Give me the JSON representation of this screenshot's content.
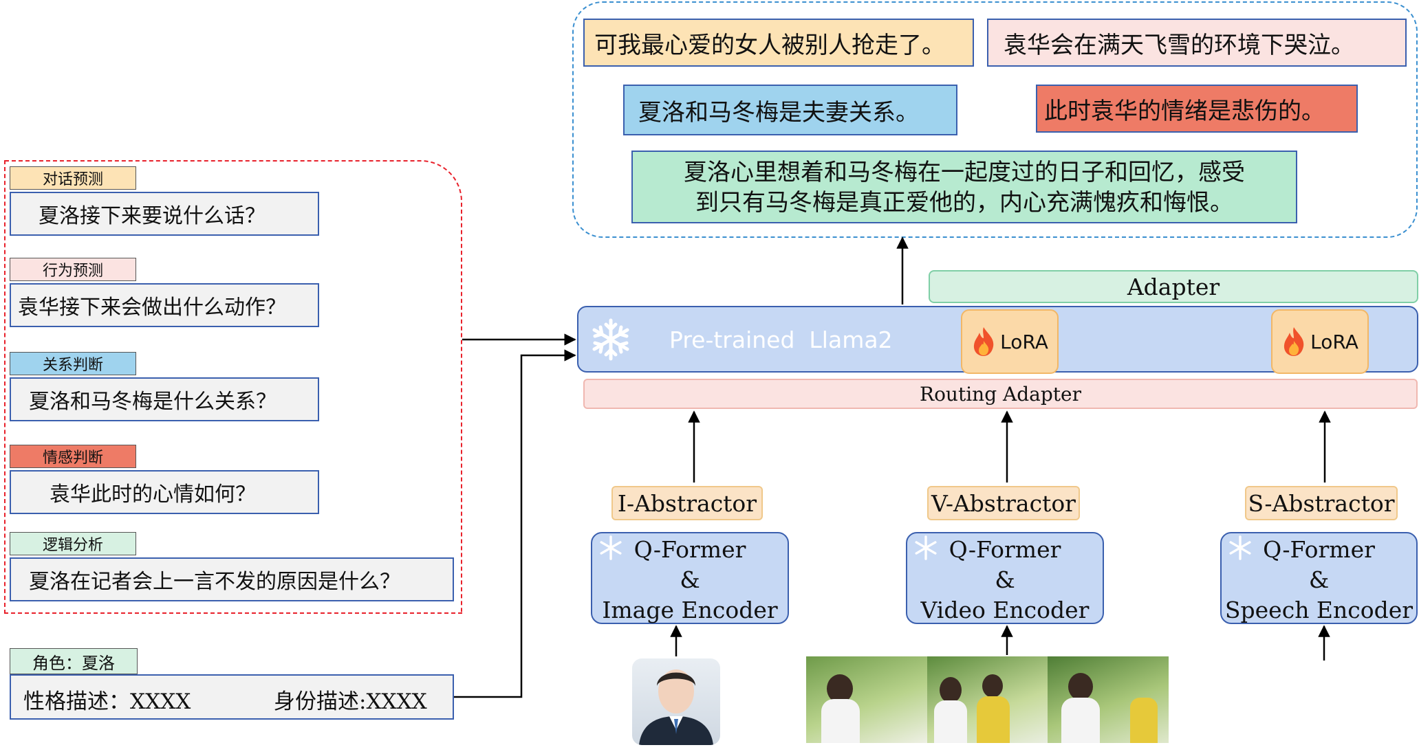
{
  "tasks": [
    {
      "label": "对话预测",
      "question": "夏洛接下来要说什么话？",
      "color": "#fde3b5"
    },
    {
      "label": "行为预测",
      "question": "袁华接下来会做出什么动作？",
      "color": "#fbe3e1"
    },
    {
      "label": "关系判断",
      "question": "夏洛和马冬梅是什么关系？",
      "color": "#9fd3ee"
    },
    {
      "label": "情感判断",
      "question": "袁华此时的心情如何？",
      "color": "#ee7b66"
    },
    {
      "label": "逻辑分析",
      "question": "夏洛在记者会上一言不发的原因是什么？",
      "color": "#d7f1e2"
    }
  ],
  "role": {
    "label": "角色：夏洛",
    "personality": "性格描述：XXXX",
    "identity": "身份描述:XXXX"
  },
  "outputs": [
    {
      "text": "可我最心爱的女人被别人抢走了。",
      "color": "#fde3b5"
    },
    {
      "text": "袁华会在满天飞雪的环境下哭泣。",
      "color": "#fbe3e1"
    },
    {
      "text": "夏洛和马冬梅是夫妻关系。",
      "color": "#9fd3ee"
    },
    {
      "text": "此时袁华的情绪是悲伤的。",
      "color": "#ee7b66"
    },
    {
      "line1": "夏洛心里想着和马冬梅在一起度过的日子和回忆，感受",
      "line2": "到只有马冬梅是真正爱他的，内心充满愧疚和悔恨。",
      "color": "#b7ead0"
    }
  ],
  "llm": {
    "label": "Pre-trained  Llama2",
    "icon": "snowflake-icon"
  },
  "lora": {
    "label": "LoRA",
    "icon": "fire-icon"
  },
  "adapter": "Adapter",
  "routing_adapter": "Routing Adapter",
  "branches": [
    {
      "abstractor": "I-Abstractor",
      "line1": "Q-Former",
      "line2": "&",
      "line3": "Image Encoder",
      "input_icon": "portrait-image"
    },
    {
      "abstractor": "V-Abstractor",
      "line1": "Q-Former",
      "line2": "&",
      "line3": "Video Encoder",
      "input_icon": "video-frames"
    },
    {
      "abstractor": "S-Abstractor",
      "line1": "Q-Former",
      "line2": "&",
      "line3": "Speech Encoder",
      "input_icon": "waveform-icon"
    }
  ]
}
